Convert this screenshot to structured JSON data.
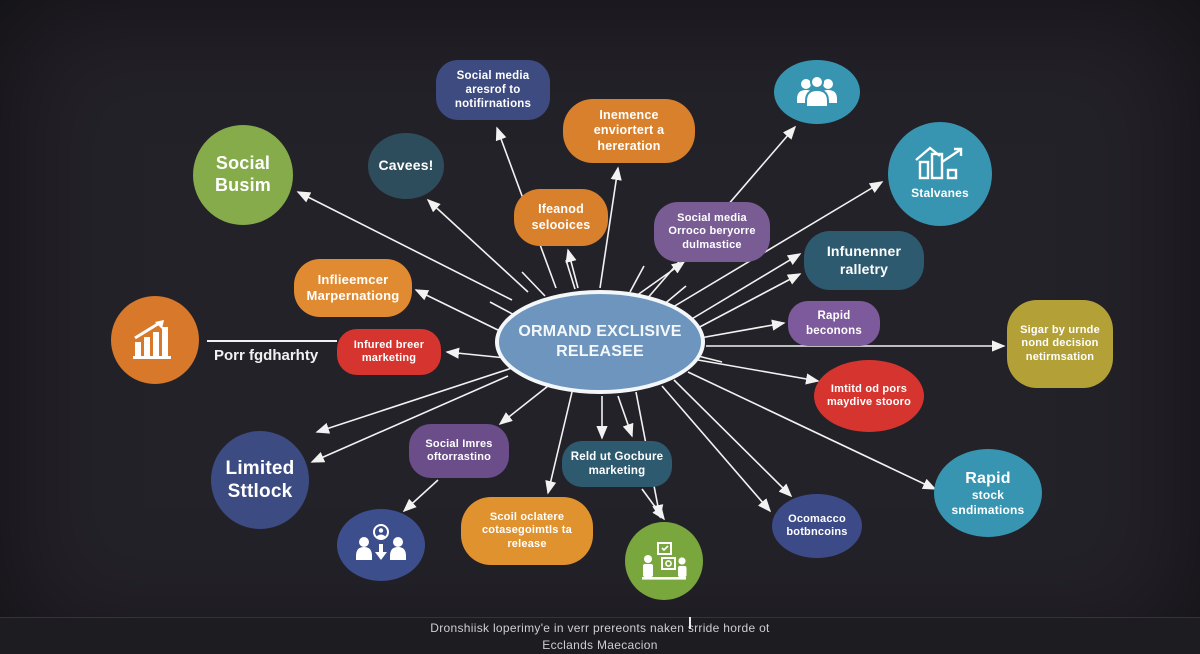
{
  "center": {
    "label": "Ormand Exclisive Releasee"
  },
  "nodes": {
    "social_busim": {
      "label": "Social Busim"
    },
    "cavees": {
      "label": "Cavees!"
    },
    "notif": {
      "label": "Social media aresrof to notifirnations"
    },
    "inemence": {
      "label": "Inemence enviortert a hereration"
    },
    "stalvanes": {
      "label": "Stalvanes"
    },
    "ifeanod": {
      "label": "Ifeanod selooices"
    },
    "orroco": {
      "label": "Social media Orroco beryorre dulmastice"
    },
    "infunenner": {
      "label": "Infunenner ralletry"
    },
    "rapid_beconons": {
      "label": "Rapid beconons"
    },
    "sigar": {
      "label": "Sigar by urnde nond decision netirmsation"
    },
    "imtitd": {
      "label": "Imtitd od pors maydive stooro"
    },
    "inflieemcer": {
      "label": "Inflieemcer Marpernationg"
    },
    "infured": {
      "label": "Infured breer marketing"
    },
    "limited": {
      "label": "Limited Sttlock"
    },
    "social_imres": {
      "label": "Social Imres oftorrastino"
    },
    "scoil": {
      "label": "Scoil oclatere cotasegoimtls ta release"
    },
    "reld": {
      "label": "Reld ut Gocbure marketing"
    },
    "ocomacco": {
      "label": "Ocomacco botbncoins"
    },
    "rapid_stock": {
      "label_top": "Rapid",
      "label_bottom": "stock sndimations"
    }
  },
  "side_label": {
    "text": "Porr fgdharhty"
  },
  "caption": {
    "line1": "Dronshiisk loperimy'e in verr prereonts naken srride horde ot",
    "line2": "Ecclands Maecacion"
  },
  "icons": {
    "top_people": "people-group-icon",
    "stats_circle": "bar-chart-trend-icon",
    "left_chart": "bar-chart-rising-icon",
    "team_down": "team-assign-icon",
    "green_workshop": "people-desk-icon"
  },
  "colors": {
    "background": "#242229",
    "center_fill": "#6e95bd",
    "green": "#85ab4a",
    "teal": "#3795b1",
    "dark_teal": "#2e5a70",
    "orange": "#d8802c",
    "bright_orange": "#e08b31",
    "red": "#d5352e",
    "indigo": "#3c4b82",
    "purple": "#7a5c94",
    "olive": "#b3a138",
    "arrow": "#f2f2f2"
  }
}
